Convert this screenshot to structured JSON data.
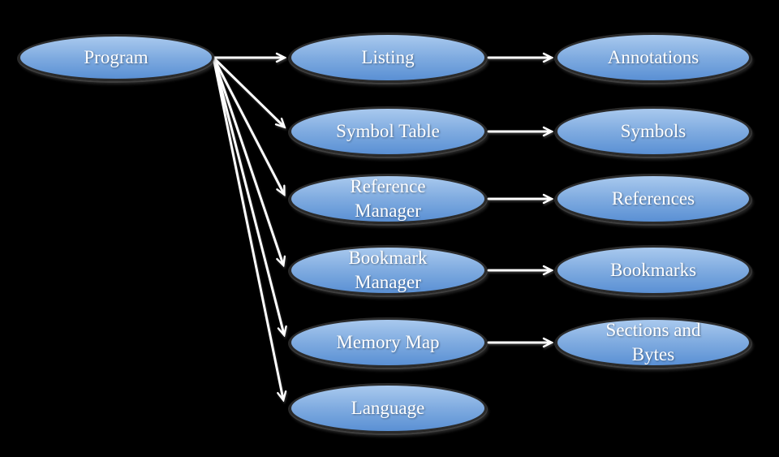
{
  "theme": {
    "background": "#000000",
    "node_fill_top": "#a9c9ee",
    "node_fill_mid": "#7fabe0",
    "node_fill_bottom": "#5a90d4",
    "node_border": "#2a2a2a",
    "node_text": "#ffffff",
    "arrow": "#ffffff"
  },
  "diagram": {
    "root": {
      "label": "Program"
    },
    "rows": [
      {
        "left": "Listing",
        "right": "Annotations"
      },
      {
        "left": "Symbol Table",
        "right": "Symbols"
      },
      {
        "left": "Reference Manager",
        "right": "References"
      },
      {
        "left": "Bookmark Manager",
        "right": "Bookmarks"
      },
      {
        "left": "Memory Map",
        "right": "Sections and Bytes"
      },
      {
        "left": "Language",
        "right": null
      }
    ],
    "edges": [
      {
        "from": "Program",
        "to": "Listing"
      },
      {
        "from": "Program",
        "to": "Symbol Table"
      },
      {
        "from": "Program",
        "to": "Reference Manager"
      },
      {
        "from": "Program",
        "to": "Bookmark Manager"
      },
      {
        "from": "Program",
        "to": "Memory Map"
      },
      {
        "from": "Program",
        "to": "Language"
      },
      {
        "from": "Listing",
        "to": "Annotations"
      },
      {
        "from": "Symbol Table",
        "to": "Symbols"
      },
      {
        "from": "Reference Manager",
        "to": "References"
      },
      {
        "from": "Bookmark Manager",
        "to": "Bookmarks"
      },
      {
        "from": "Memory Map",
        "to": "Sections and Bytes"
      }
    ]
  }
}
